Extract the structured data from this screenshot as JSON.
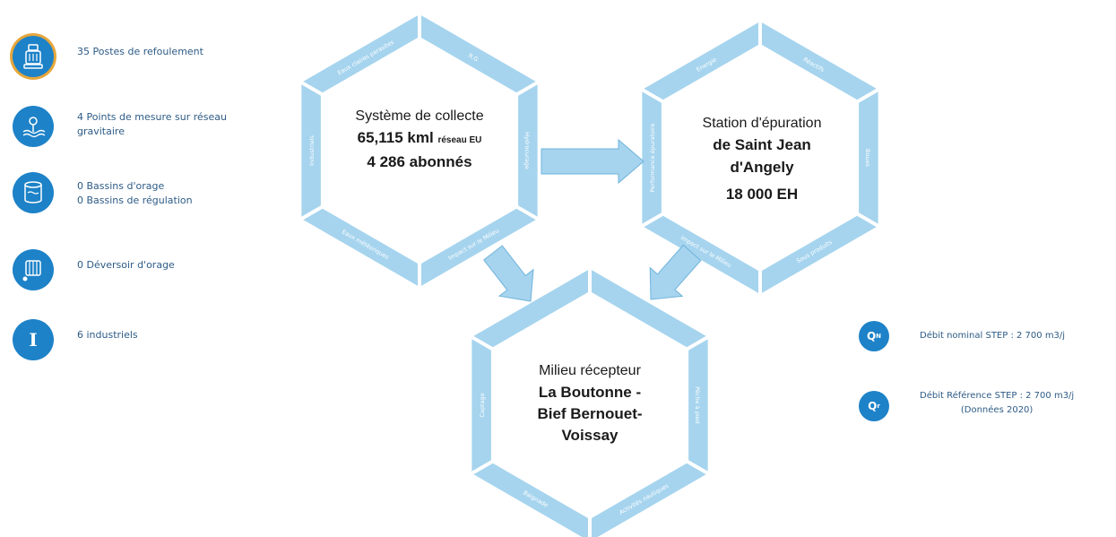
{
  "colors": {
    "frame": "#a6d4ee",
    "frame_line": "#ffffff",
    "icon_blue": "#1d82c8",
    "legend_text": "#2d5b86",
    "ring": "#e6a73c"
  },
  "legend": [
    {
      "icon": "pump-icon",
      "text_1": "35 Postes de refoulement",
      "text_2": ""
    },
    {
      "icon": "measure-point-icon",
      "text_1": "4 Points de mesure sur réseau",
      "text_2": "gravitaire"
    },
    {
      "icon": "basin-icon",
      "text_1": "0 Bassins d'orage",
      "text_2": "0 Bassins de régulation"
    },
    {
      "icon": "overflow-icon",
      "text_1": "0 Déversoir d'orage",
      "text_2": ""
    },
    {
      "icon": "industry-icon",
      "icon_letter": "I",
      "text_1": "6 industriels",
      "text_2": ""
    }
  ],
  "collecte": {
    "line1": "Système de collecte",
    "line2_main": "65,115 kml",
    "line2_small": "réseau EU",
    "line3": "4 286 abonnés",
    "segments": [
      "Eaux claires parasites",
      "R.G",
      "Hydrocurage",
      "Impact sur le Milieu",
      "Eaux météoriques",
      "Industriels"
    ]
  },
  "station": {
    "line1": "Station d'épuration",
    "line2_pre": "de",
    "line2_bold": "de Saint Jean",
    "line3": "d'Angely",
    "line4": "18 000 EH",
    "segments": [
      "Energie",
      "Réactifs",
      "Boues",
      "Sous produits",
      "Impact sur le Milieu",
      "Performance épuratoire"
    ]
  },
  "milieu": {
    "line1": "Milieu récepteur",
    "line2": "La Boutonne -",
    "line3": "Bief Bernouet-",
    "line4": "Voissay",
    "segments": [
      "Pêche à pied",
      "Activités nautiques",
      "Baignade",
      "Captage"
    ]
  },
  "debits": [
    {
      "icon_label": "Q",
      "icon_sub": "N",
      "text_1": "Débit nominal STEP : 2 700 m3/j",
      "text_2": ""
    },
    {
      "icon_label": "Q",
      "icon_sub": "r",
      "text_1": "Débit Référence STEP : 2 700 m3/j",
      "text_2": "(Données 2020)"
    }
  ]
}
